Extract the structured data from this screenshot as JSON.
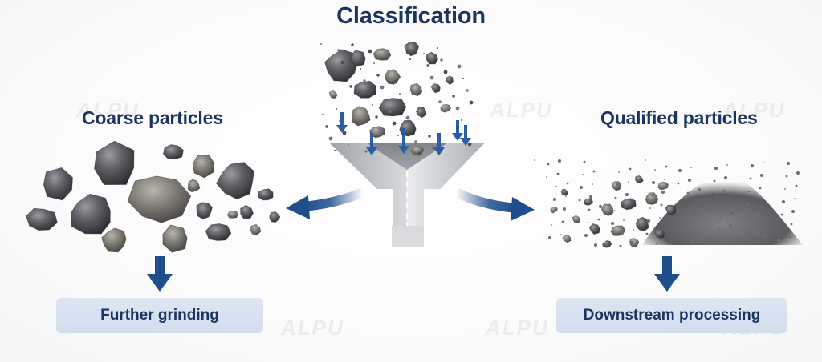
{
  "diagram": {
    "title": "Classification",
    "left_label": "Coarse particles",
    "right_label": "Qualified particles",
    "left_result": "Further grinding",
    "right_result": "Downstream processing"
  },
  "watermark": {
    "text": "ALPU"
  },
  "colors": {
    "heading": "#1b3563",
    "arrow": "#1f4e8c",
    "result_box": "#d7e1ee",
    "funnel": "#c9ccd1",
    "rock_dark": "#4a4c50",
    "rock_light": "#8a8c90"
  },
  "icons": {
    "funnel": "funnel-icon",
    "down_arrow": "down-arrow-icon",
    "curved_arrow": "curved-arrow-icon"
  }
}
